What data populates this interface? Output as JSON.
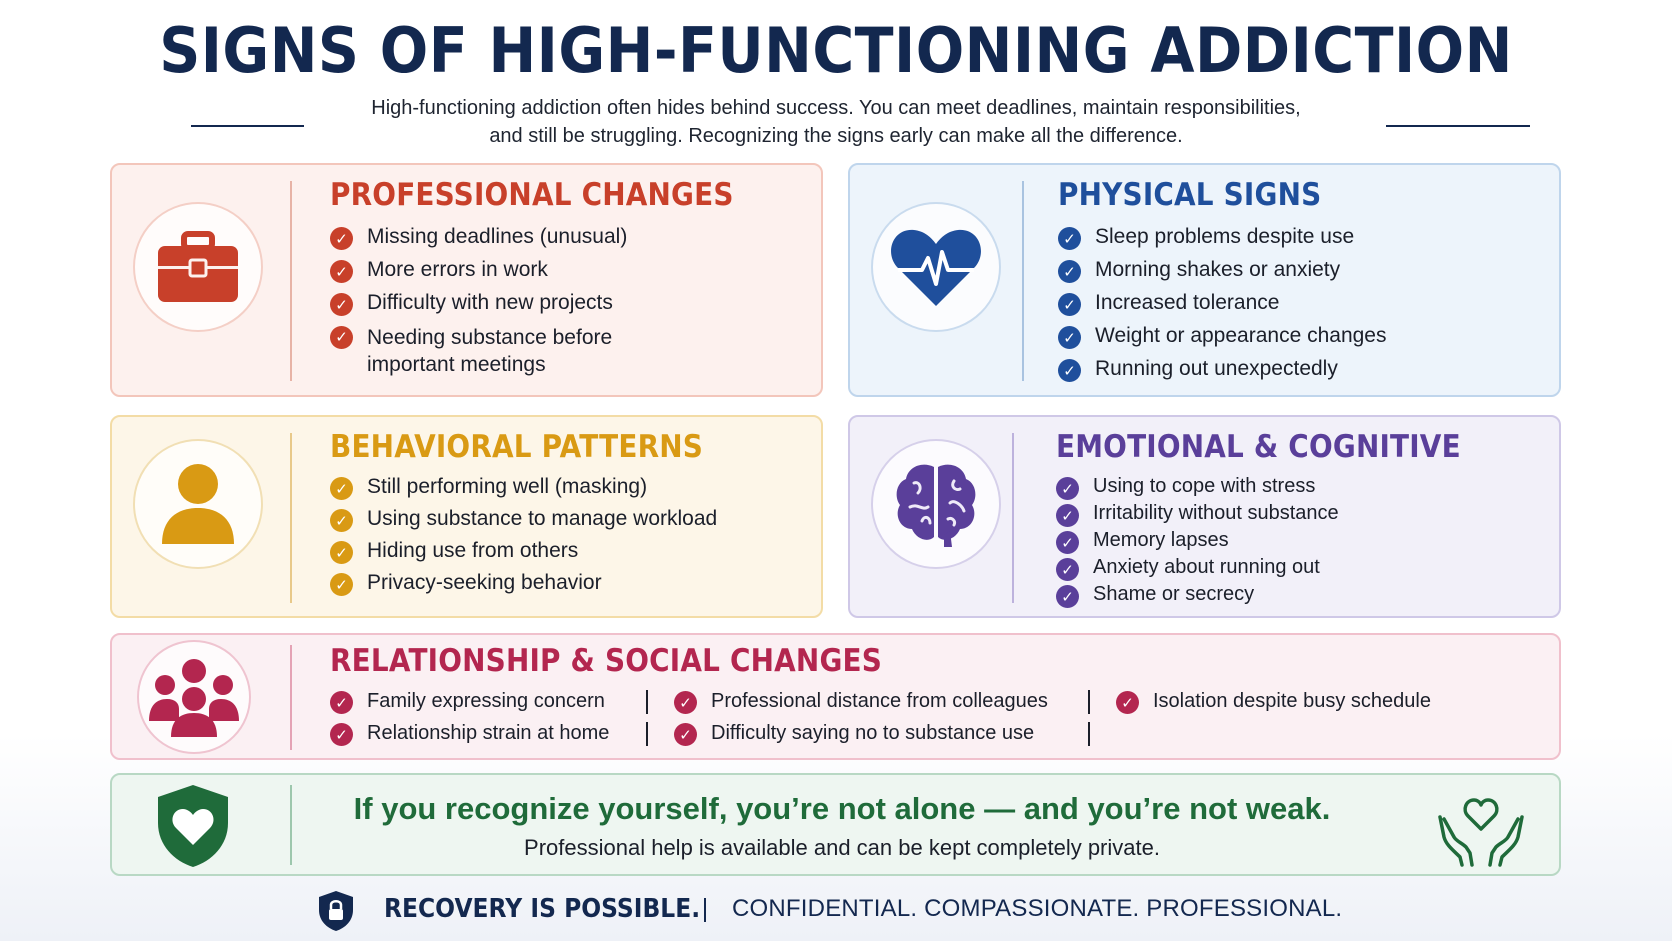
{
  "header": {
    "title": "SIGNS OF HIGH-FUNCTIONING ADDICTION",
    "subtitle_line1": "High-functioning addiction often hides behind success. You can meet deadlines, maintain responsibilities,",
    "subtitle_line2": "and still be struggling. Recognizing the signs early can make all the difference."
  },
  "sections": {
    "professional": {
      "title": "PROFESSIONAL CHANGES",
      "icon": "briefcase-icon",
      "color": "#c8402a",
      "items": [
        "Missing deadlines (unusual)",
        "More errors in work",
        "Difficulty with new projects",
        "Needing substance before important meetings"
      ]
    },
    "physical": {
      "title": "PHYSICAL SIGNS",
      "icon": "heartbeat-icon",
      "color": "#1f4f9c",
      "items": [
        "Sleep problems despite use",
        "Morning shakes or anxiety",
        "Increased tolerance",
        "Weight or appearance changes",
        "Running out unexpectedly"
      ]
    },
    "behavioral": {
      "title": "BEHAVIORAL PATTERNS",
      "icon": "person-icon",
      "color": "#d99a14",
      "items": [
        "Still performing well (masking)",
        "Using substance to manage workload",
        "Hiding use from others",
        "Privacy-seeking behavior"
      ]
    },
    "emotional": {
      "title": "EMOTIONAL & COGNITIVE",
      "icon": "brain-icon",
      "color": "#5a3f9a",
      "items": [
        "Using to cope with stress",
        "Irritability without substance",
        "Memory lapses",
        "Anxiety about running out",
        "Shame or secrecy"
      ]
    },
    "relationship": {
      "title": "RELATIONSHIP & SOCIAL CHANGES",
      "icon": "group-icon",
      "color": "#b3264f",
      "items": [
        "Family expressing concern",
        "Professional distance from colleagues",
        "Isolation despite busy schedule",
        "Relationship strain at home",
        "Difficulty saying no to substance use"
      ]
    }
  },
  "cta": {
    "headline": "If you recognize yourself, you’re not alone — and you’re not weak.",
    "subline": "Professional help is available and can be kept completely private.",
    "color": "#1f6b3a",
    "left_icon": "shield-heart-icon",
    "right_icon": "hands-heart-icon"
  },
  "footer": {
    "left": "RECOVERY IS POSSIBLE.",
    "right": "CONFIDENTIAL. COMPASSIONATE. PROFESSIONAL.",
    "icon": "lock-shield-icon"
  }
}
